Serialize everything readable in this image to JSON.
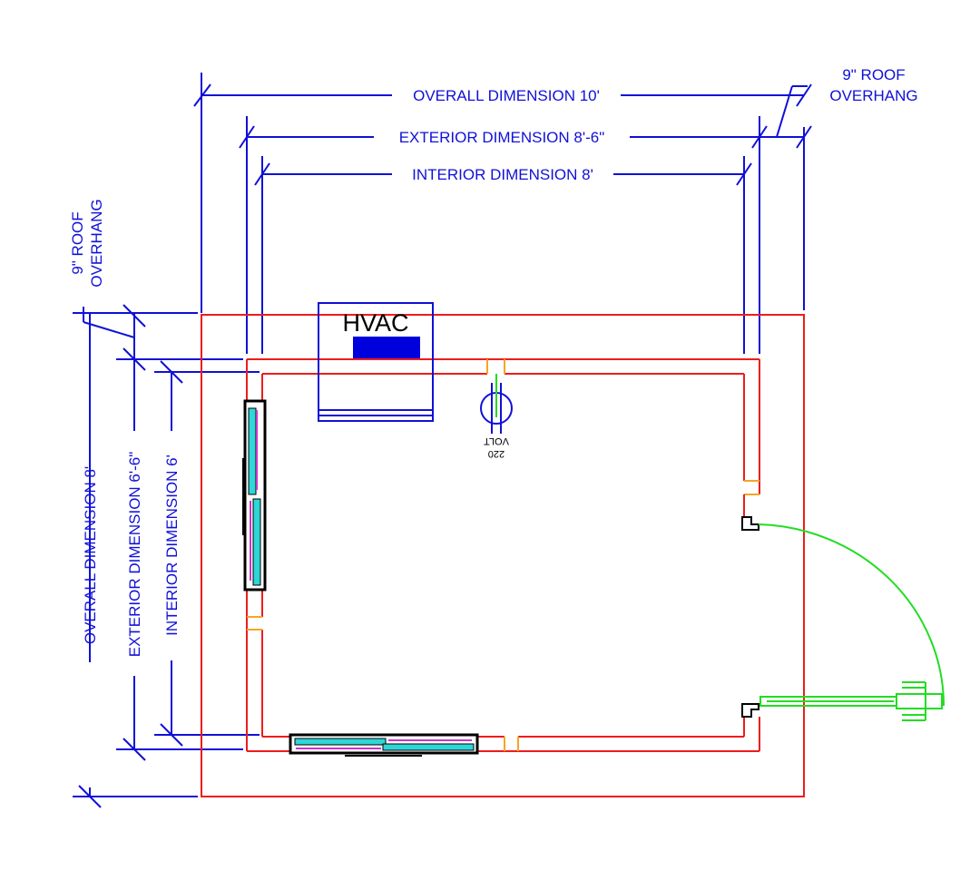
{
  "labels": {
    "overall_h": "OVERALL DIMENSION 10'",
    "exterior_h": "EXTERIOR DIMENSION 8'-6\"",
    "interior_h": "INTERIOR DIMENSION 8'",
    "roof_right_1": "9\" ROOF",
    "roof_right_2": "OVERHANG",
    "roof_left_1": "9\" ROOF",
    "roof_left_2": "OVERHANG",
    "overall_v": "OVERALL DIMENSION 8'",
    "exterior_v": "EXTERIOR DIMENSION 6'-6\"",
    "interior_v": "INTERIOR DIMENSION 6'",
    "hvac": "HVAC",
    "volt_1": "220",
    "volt_2": "VOLT"
  },
  "colors": {
    "dimension": "#1010d8",
    "wall": "#ee1c1c",
    "door": "#22dd22",
    "window_glass": "#2ed6d6",
    "hvac_unit": "#0000dd"
  }
}
